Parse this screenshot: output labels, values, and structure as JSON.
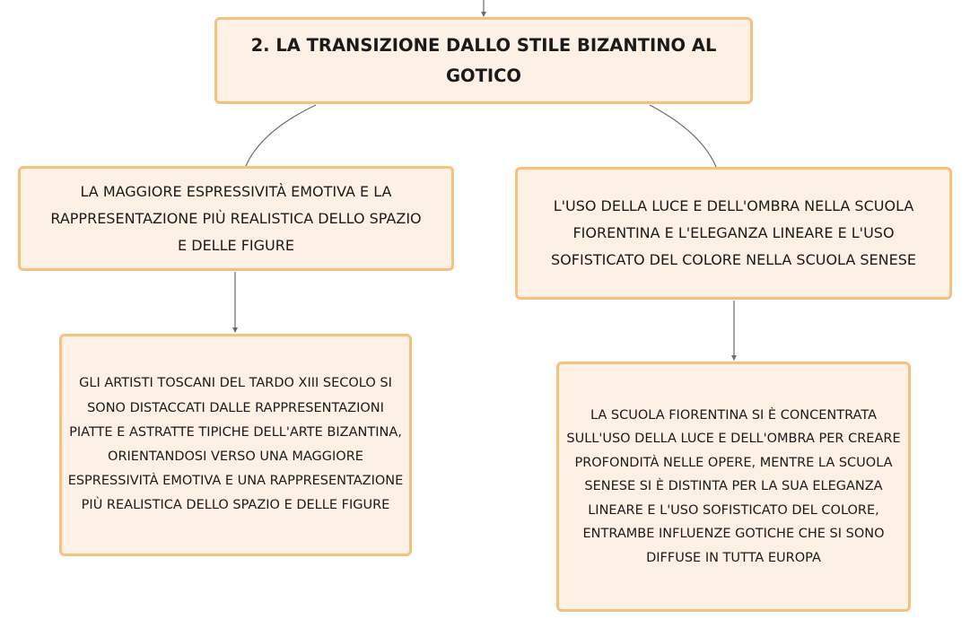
{
  "diagram": {
    "root": {
      "text": "2. LA TRANSIZIONE DALLO STILE BIZANTINO AL GOTICO"
    },
    "left_branch": {
      "text": "LA MAGGIORE ESPRESSIVITÀ EMOTIVA E LA RAPPRESENTAZIONE PIÙ REALISTICA DELLO SPAZIO E DELLE FIGURE"
    },
    "right_branch": {
      "text": "L'USO DELLA LUCE E DELL'OMBRA NELLA SCUOLA FIORENTINA E L'ELEGANZA LINEARE E L'USO SOFISTICATO DEL COLORE NELLA SCUOLA SENESE"
    },
    "left_detail": {
      "text": "GLI ARTISTI TOSCANI DEL TARDO XIII SECOLO SI SONO DISTACCATI DALLE RAPPRESENTAZIONI PIATTE E ASTRATTE TIPICHE DELL'ARTE BIZANTINA, ORIENTANDOSI VERSO UNA MAGGIORE ESPRESSIVITÀ EMOTIVA E UNA RAPPRESENTAZIONE PIÙ REALISTICA DELLO SPAZIO E DELLE FIGURE"
    },
    "right_detail": {
      "text": "LA SCUOLA FIORENTINA SI È CONCENTRATA SULL'USO DELLA LUCE E DELL'OMBRA PER CREARE PROFONDITÀ NELLE OPERE, MENTRE LA SCUOLA SENESE SI È DISTINTA PER LA SUA ELEGANZA LINEARE E L'USO SOFISTICATO DEL COLORE, ENTRAMBE INFLUENZE GOTICHE CHE SI SONO DIFFUSE IN TUTTA EUROPA"
    }
  },
  "colors": {
    "node_fill": "#fdf1e5",
    "node_border": "#f5c27e",
    "connector": "#6b6b6b",
    "text": "#1a1a1a"
  }
}
